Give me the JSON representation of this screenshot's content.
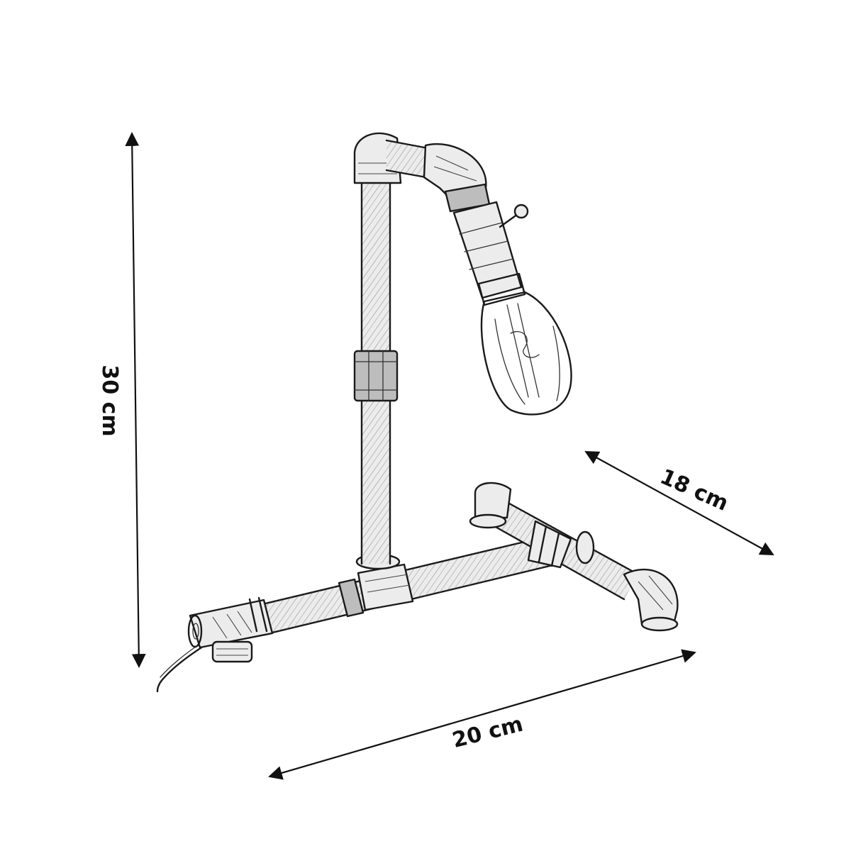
{
  "dimensions": {
    "height_label": "30 cm",
    "depth_label": "18 cm",
    "width_label": "20 cm"
  },
  "colors": {
    "line": "#1a1a1a",
    "background": "#ffffff"
  }
}
